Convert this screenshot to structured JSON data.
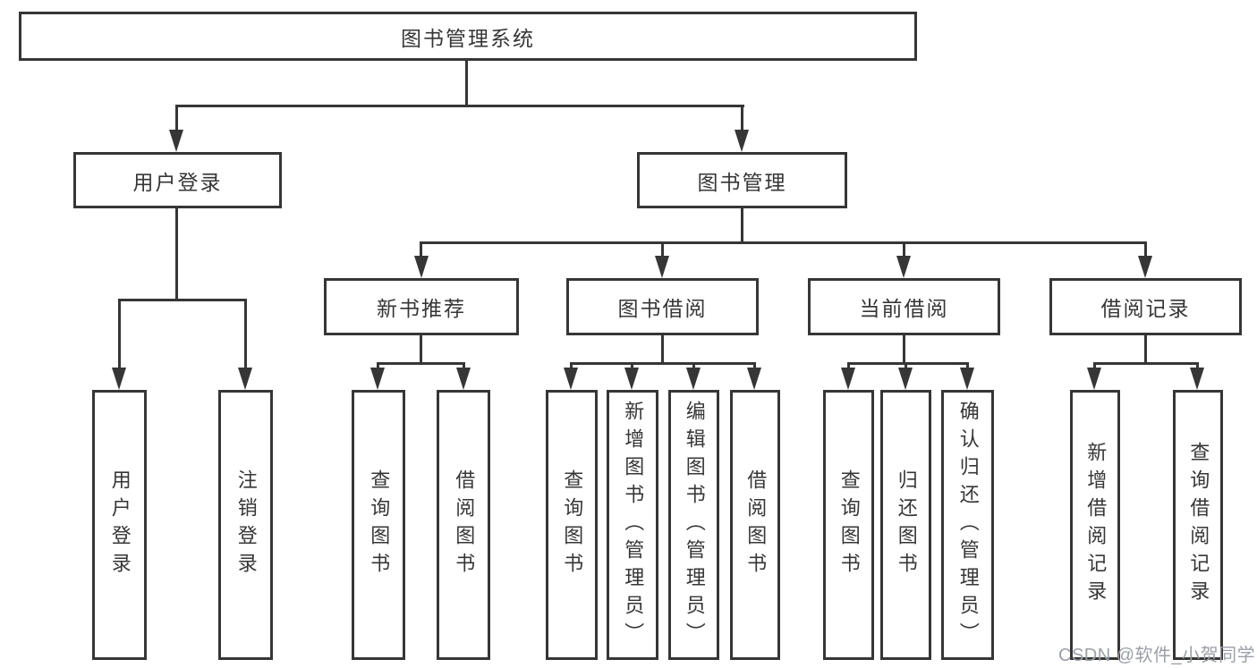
{
  "tree": {
    "label": "图书管理系统",
    "children": [
      {
        "label": "用户登录",
        "children": [
          {
            "label": "用户登录"
          },
          {
            "label": "注销登录"
          }
        ]
      },
      {
        "label": "图书管理",
        "children": [
          {
            "label": "新书推荐",
            "children": [
              {
                "label": "查询图书"
              },
              {
                "label": "借阅图书"
              }
            ]
          },
          {
            "label": "图书借阅",
            "children": [
              {
                "label": "查询图书"
              },
              {
                "label": "新增图书（管理员）"
              },
              {
                "label": "编辑图书（管理员）"
              },
              {
                "label": "借阅图书"
              }
            ]
          },
          {
            "label": "当前借阅",
            "children": [
              {
                "label": "查询图书"
              },
              {
                "label": "归还图书"
              },
              {
                "label": "确认归还（管理员）"
              }
            ]
          },
          {
            "label": "借阅记录",
            "children": [
              {
                "label": "新增借阅记录"
              },
              {
                "label": "查询借阅记录"
              }
            ]
          }
        ]
      }
    ]
  },
  "watermark": {
    "text": "CSDN @软件_小贺同学"
  },
  "colors": {
    "line": "#363636",
    "text": "#363636",
    "box_fill": "#ffffff",
    "background": "#ffffff",
    "watermark": "#9a9fa7"
  }
}
